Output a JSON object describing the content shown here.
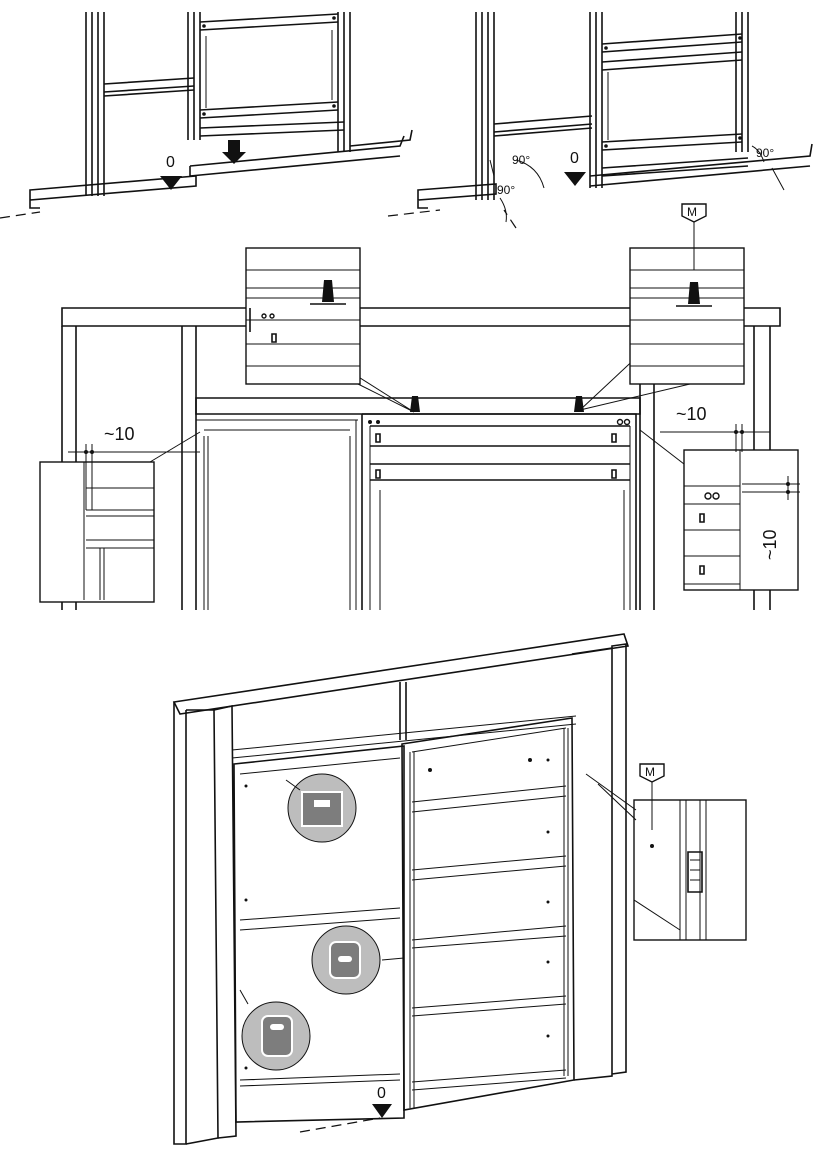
{
  "top_left": {
    "zero_mark": "0"
  },
  "top_right": {
    "zero_mark": "0",
    "angle_a": "90°",
    "angle_b": "90°",
    "angle_c": "90°"
  },
  "middle": {
    "marker_left": "M",
    "dim_left": "~10",
    "dim_right": "~10",
    "dim_right_vertical": "~10"
  },
  "bottom": {
    "marker": "M",
    "zero_mark": "0"
  }
}
